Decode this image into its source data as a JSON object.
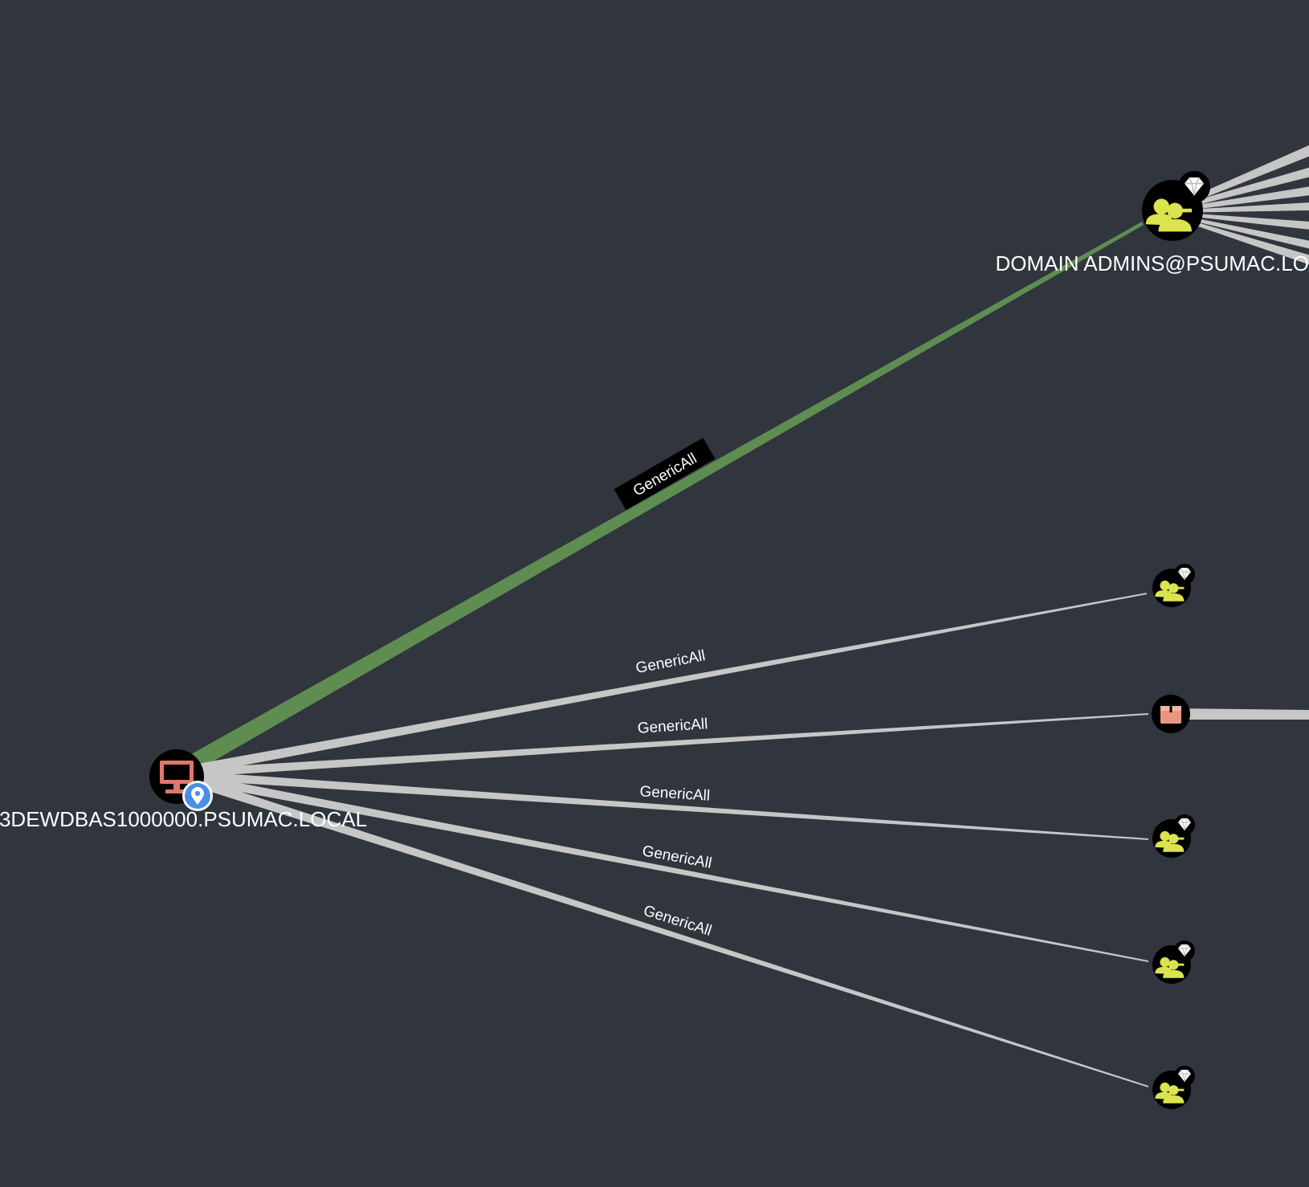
{
  "graph": {
    "background": "#30353e",
    "colors": {
      "edge": "#c6c6c6",
      "edge_highlight": "#5f8c50",
      "group_icon": "#dbe34f",
      "computer_icon": "#e0776b",
      "container_icon": "#e8967f",
      "node_fill": "#000000",
      "pin_badge": "#4a8fe6"
    },
    "nodes": [
      {
        "id": "computer",
        "type": "computer",
        "icon": "monitor-icon",
        "badge": "location-pin-icon",
        "label": "3DEWDBAS1000000.PSUMAC.LOCAL"
      },
      {
        "id": "domain_admins",
        "type": "group",
        "icon": "group-icon",
        "badge": "diamond-icon",
        "label": "DOMAIN ADMINS@PSUMAC.LOCAL"
      },
      {
        "id": "group_1",
        "type": "group",
        "icon": "group-icon",
        "badge": "diamond-icon",
        "label": ""
      },
      {
        "id": "container_1",
        "type": "container",
        "icon": "box-icon",
        "label": ""
      },
      {
        "id": "group_2",
        "type": "group",
        "icon": "group-icon",
        "badge": "diamond-icon",
        "label": ""
      },
      {
        "id": "group_3",
        "type": "group",
        "icon": "group-icon",
        "badge": "diamond-icon",
        "label": ""
      },
      {
        "id": "group_4",
        "type": "group",
        "icon": "group-icon",
        "badge": "diamond-icon",
        "label": ""
      }
    ],
    "edges": [
      {
        "source": "computer",
        "target": "domain_admins",
        "label": "GenericAll",
        "highlighted": true
      },
      {
        "source": "computer",
        "target": "group_1",
        "label": "GenericAll",
        "highlighted": false
      },
      {
        "source": "computer",
        "target": "container_1",
        "label": "GenericAll",
        "highlighted": false
      },
      {
        "source": "computer",
        "target": "group_2",
        "label": "GenericAll",
        "highlighted": false
      },
      {
        "source": "computer",
        "target": "group_3",
        "label": "GenericAll",
        "highlighted": false
      },
      {
        "source": "computer",
        "target": "group_4",
        "label": "GenericAll",
        "highlighted": false
      }
    ]
  }
}
